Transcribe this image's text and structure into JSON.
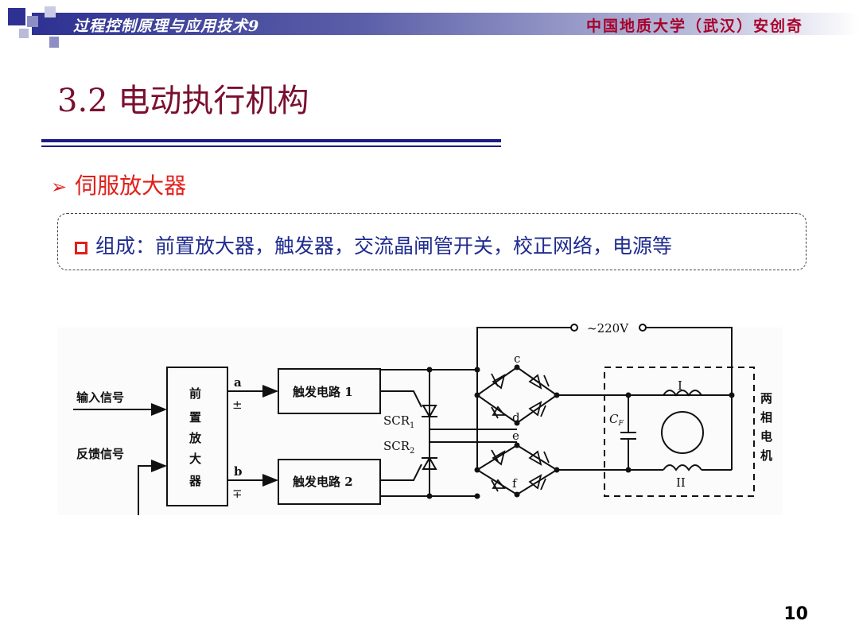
{
  "header": {
    "course": "过程控制原理与应用技术9",
    "author": "中国地质大学（武汉）安创奇",
    "colors": {
      "band": "#2e3192",
      "author_text": "#a8002c"
    }
  },
  "title": "3.2 电动执行机构",
  "bullet": {
    "icon": "arrow-bullet-icon",
    "text": "伺服放大器"
  },
  "composition": {
    "icon": "square-bullet-icon",
    "text": "组成：前置放大器，触发器，交流晶闸管开关，校正网络，电源等"
  },
  "diagram": {
    "input_signal": "输入信号",
    "feedback_signal": "反馈信号",
    "preamp": [
      "前",
      "置",
      "放",
      "大",
      "器"
    ],
    "terminal_a": "a",
    "terminal_b": "b",
    "sign_a": "±",
    "sign_b": "∓",
    "trigger1": "触发电路 1",
    "trigger2": "触发电路 2",
    "scr1": "SCR",
    "scr1_sub": "1",
    "scr2": "SCR",
    "scr2_sub": "2",
    "supply": "~220V",
    "node_c": "c",
    "node_d": "d",
    "node_e": "e",
    "node_f": "f",
    "cap": "C",
    "cap_sub": "F",
    "winding1": "I",
    "winding2": "II",
    "motor": [
      "两",
      "相",
      "电",
      "机"
    ]
  },
  "page_number": "10"
}
